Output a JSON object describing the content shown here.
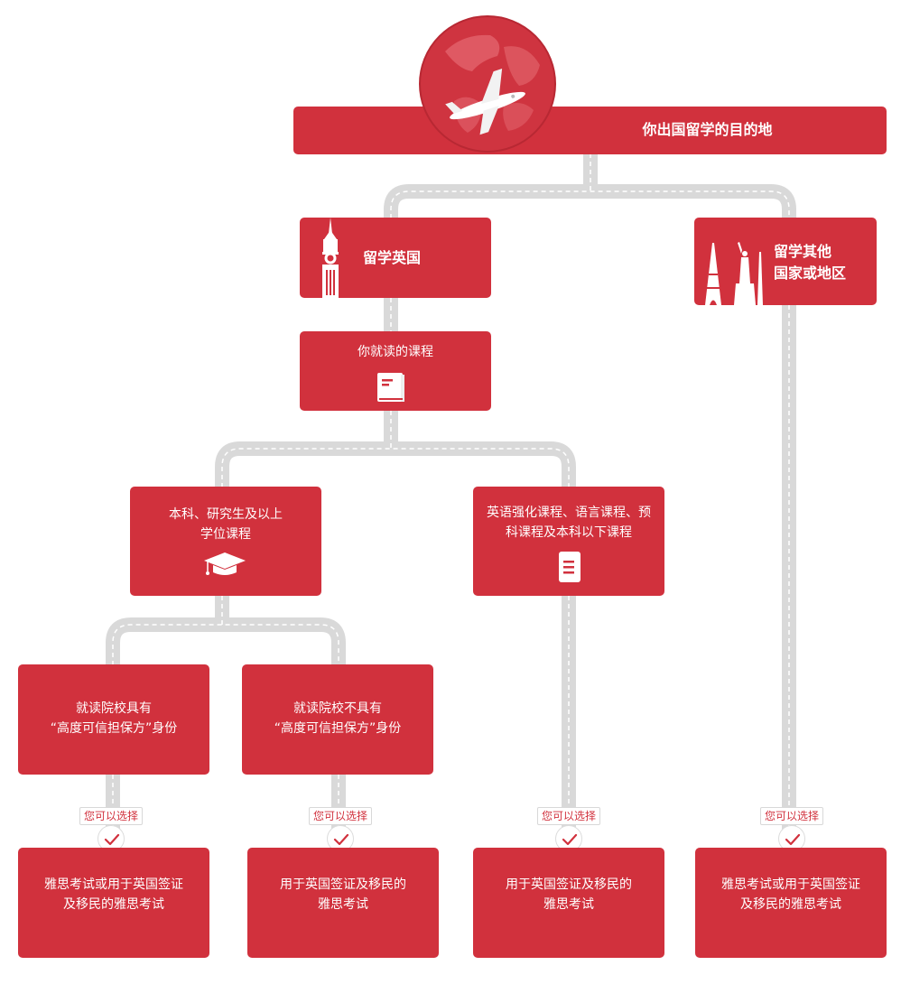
{
  "colors": {
    "accent": "#d1313d",
    "road": "#d9d9d9"
  },
  "root": {
    "title": "你出国留学的目的地",
    "icon": "globe-airplane-icon"
  },
  "uk": {
    "title": "留学英国",
    "icon": "big-ben-icon"
  },
  "other": {
    "title": "留学其他\n国家或地区",
    "icon": "eiffel-liberty-icon"
  },
  "course": {
    "title": "你就读的课程",
    "icon": "book-icon"
  },
  "degree": {
    "title": "本科、研究生及以上\n学位课程",
    "icon": "graduation-cap-icon"
  },
  "language": {
    "title": "英语强化课程、语言课程、预\n科课程及本科以下课程",
    "icon": "document-icon"
  },
  "trusted": {
    "title": "就读院校具有\n“高度可信担保方”身份"
  },
  "untrusted": {
    "title": "就读院校不具有\n“高度可信担保方”身份"
  },
  "choice_label": "您可以选择",
  "results": [
    {
      "text": "雅思考试或用于英国签证\n及移民的雅思考试"
    },
    {
      "text": "用于英国签证及移民的\n雅思考试"
    },
    {
      "text": "用于英国签证及移民的\n雅思考试"
    },
    {
      "text": "雅思考试或用于英国签证\n及移民的雅思考试"
    }
  ]
}
